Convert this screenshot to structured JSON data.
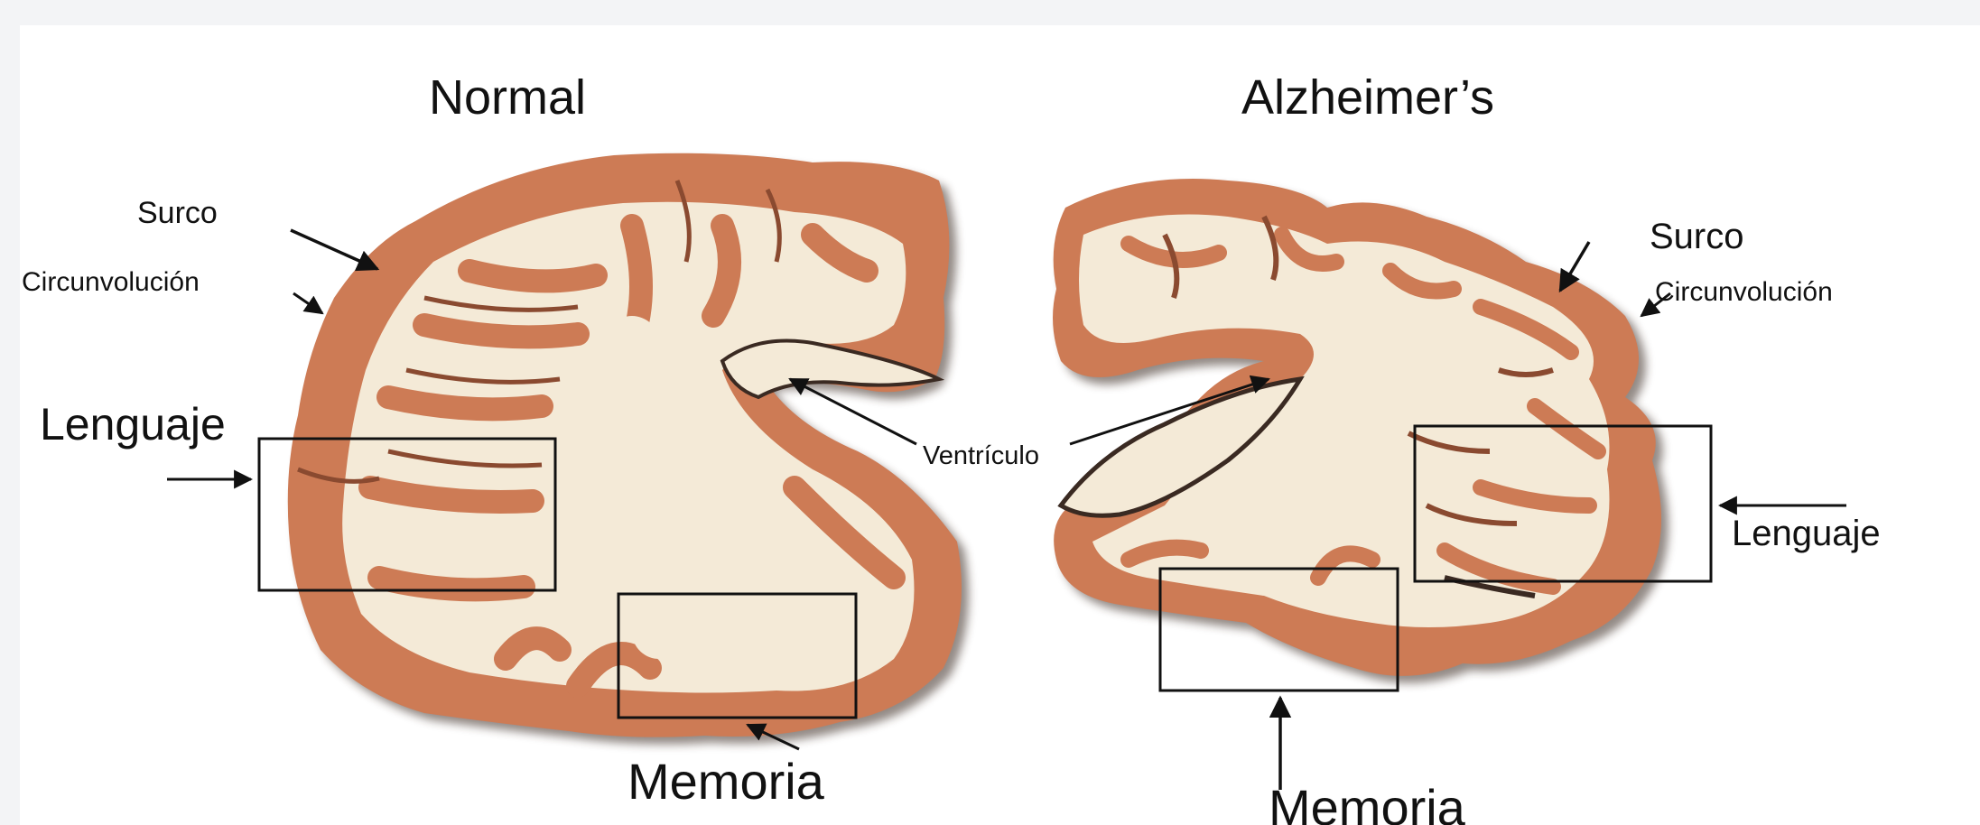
{
  "titles": {
    "normal": "Normal",
    "alzheimer": "Alzheimer’s"
  },
  "normal_labels": {
    "surco": "Surco",
    "circunvolucion": "Circunvolución",
    "lenguaje": "Lenguaje",
    "memoria": "Memoria"
  },
  "shared_labels": {
    "ventriculo": "Ventrículo"
  },
  "alzheimer_labels": {
    "surco": "Surco",
    "circunvolucion": "Circunvolución",
    "lenguaje": "Lenguaje",
    "memoria": "Memoria"
  },
  "colors": {
    "background": "#f3f4f6",
    "panel": "#ffffff",
    "gray_matter": "#cd7b55",
    "gray_matter_dark": "#8a4a30",
    "white_matter": "#f4ead7",
    "shadow": "#3a2a22",
    "ink": "#111111"
  }
}
